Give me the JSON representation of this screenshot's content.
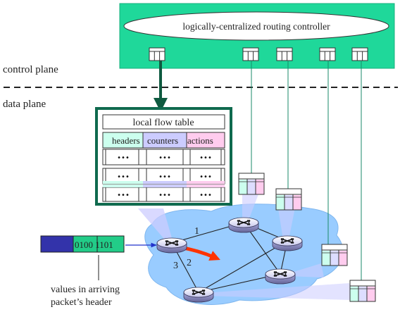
{
  "labels": {
    "controller": "logically-centralized routing controller",
    "control_plane": "control plane",
    "data_plane": "data plane",
    "flow_table_title": "local flow table",
    "col_headers": "headers",
    "col_counters": "counters",
    "col_actions": "actions",
    "packet_header_bits": "0100 1101",
    "values_line1": "values in arriving",
    "values_line2": "packet’s header",
    "link_1": "1",
    "link_2": "2",
    "link_3": "3",
    "row_dots": "•••"
  },
  "colors": {
    "controller_green": "#1fd89a",
    "network_blue": "#99ccff",
    "flow_table_border": "#0f6a4e",
    "header_cell_green": "#ccffee",
    "header_cell_lavender": "#ccccff",
    "header_cell_pink": "#ffccee",
    "packet_blue": "#3333aa",
    "packet_green": "#22cc88",
    "red_flow_arrow": "#ff3300"
  }
}
